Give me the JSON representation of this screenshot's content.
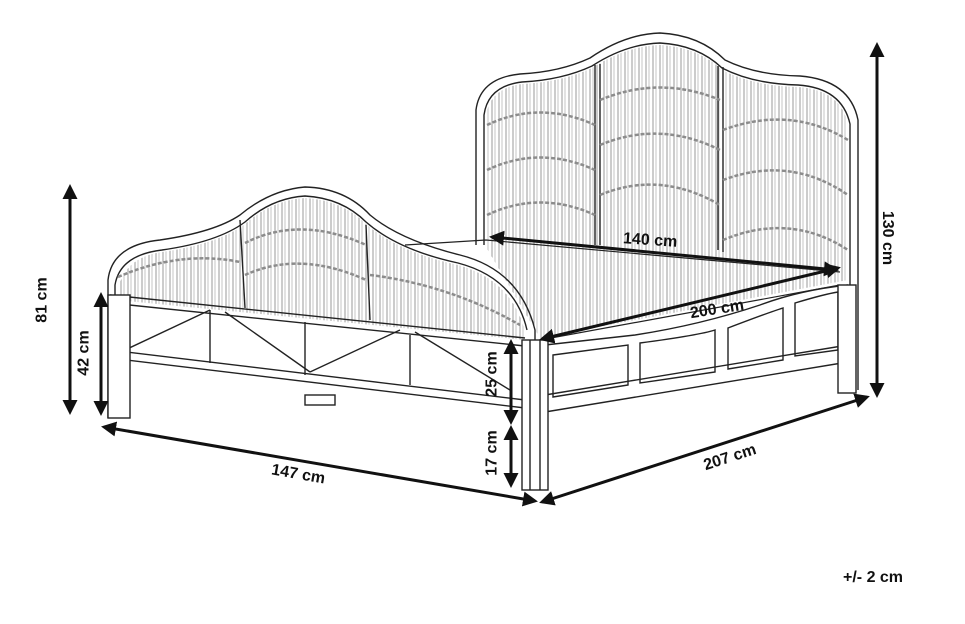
{
  "diagram": {
    "subject": "rattan double bed line drawing with dimensions",
    "line_color": "#222222",
    "arrow_color": "#111111",
    "background": "#ffffff"
  },
  "dimensions": {
    "headboard_height": "130 cm",
    "footboard_height": "81 cm",
    "side_rail_top_height": "42 cm",
    "mattress_width": "140 cm",
    "mattress_length": "200 cm",
    "frame_depth_height": "25 cm",
    "under_bed_clearance": "17 cm",
    "overall_width": "147 cm",
    "overall_length": "207 cm"
  },
  "tolerance": "+/- 2 cm"
}
